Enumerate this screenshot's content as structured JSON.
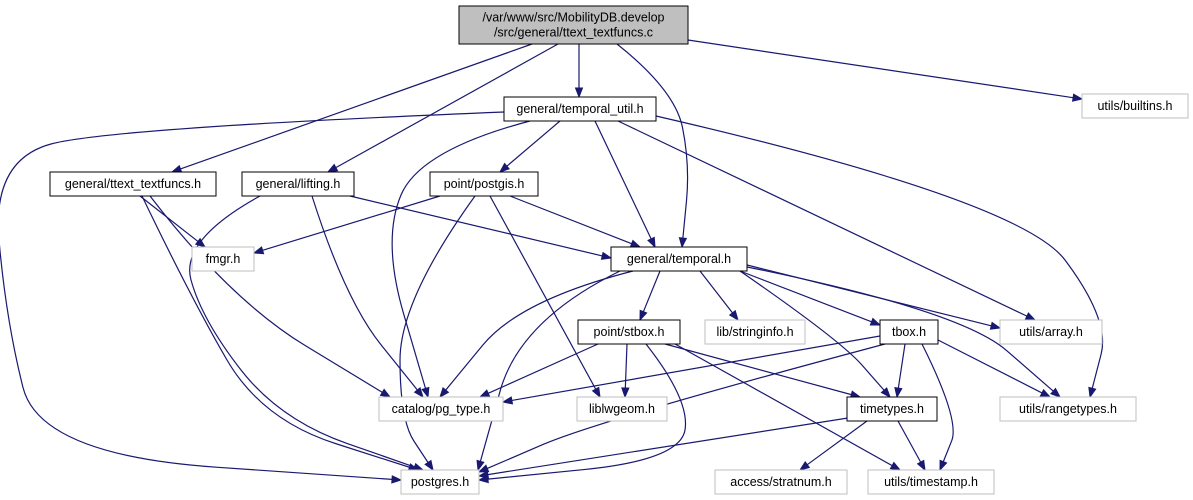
{
  "colors": {
    "edge": "#191970",
    "root_fill": "#bfbfbf",
    "documented_border": "#000000",
    "external_border": "#bfbfbf",
    "background": "#ffffff"
  },
  "nodes": [
    {
      "id": "root",
      "lines": [
        "/var/www/src/MobilityDB.develop",
        "/src/general/ttext_textfuncs.c"
      ],
      "kind": "root"
    },
    {
      "id": "temporal_util",
      "lines": [
        "general/temporal_util.h"
      ],
      "kind": "documented"
    },
    {
      "id": "builtins",
      "lines": [
        "utils/builtins.h"
      ],
      "kind": "external"
    },
    {
      "id": "ttext_textfuncs_h",
      "lines": [
        "general/ttext_textfuncs.h"
      ],
      "kind": "documented"
    },
    {
      "id": "lifting",
      "lines": [
        "general/lifting.h"
      ],
      "kind": "documented"
    },
    {
      "id": "postgis",
      "lines": [
        "point/postgis.h"
      ],
      "kind": "documented"
    },
    {
      "id": "fmgr",
      "lines": [
        "fmgr.h"
      ],
      "kind": "external"
    },
    {
      "id": "temporal",
      "lines": [
        "general/temporal.h"
      ],
      "kind": "documented"
    },
    {
      "id": "stbox",
      "lines": [
        "point/stbox.h"
      ],
      "kind": "documented"
    },
    {
      "id": "stringinfo",
      "lines": [
        "lib/stringinfo.h"
      ],
      "kind": "external"
    },
    {
      "id": "tbox",
      "lines": [
        "tbox.h"
      ],
      "kind": "documented"
    },
    {
      "id": "array",
      "lines": [
        "utils/array.h"
      ],
      "kind": "external"
    },
    {
      "id": "pg_type",
      "lines": [
        "catalog/pg_type.h"
      ],
      "kind": "external"
    },
    {
      "id": "liblwgeom",
      "lines": [
        "liblwgeom.h"
      ],
      "kind": "external"
    },
    {
      "id": "timetypes",
      "lines": [
        "timetypes.h"
      ],
      "kind": "documented"
    },
    {
      "id": "rangetypes",
      "lines": [
        "utils/rangetypes.h"
      ],
      "kind": "external"
    },
    {
      "id": "postgres",
      "lines": [
        "postgres.h"
      ],
      "kind": "external"
    },
    {
      "id": "stratnum",
      "lines": [
        "access/stratnum.h"
      ],
      "kind": "external"
    },
    {
      "id": "timestamp",
      "lines": [
        "utils/timestamp.h"
      ],
      "kind": "external"
    }
  ],
  "edges": [
    {
      "from": "root",
      "to": "temporal_util"
    },
    {
      "from": "root",
      "to": "builtins"
    },
    {
      "from": "root",
      "to": "ttext_textfuncs_h"
    },
    {
      "from": "root",
      "to": "lifting"
    },
    {
      "from": "root",
      "to": "temporal"
    },
    {
      "from": "temporal_util",
      "to": "postgres"
    },
    {
      "from": "temporal_util",
      "to": "pg_type"
    },
    {
      "from": "temporal_util",
      "to": "postgis"
    },
    {
      "from": "temporal_util",
      "to": "temporal"
    },
    {
      "from": "temporal_util",
      "to": "array"
    },
    {
      "from": "temporal_util",
      "to": "rangetypes"
    },
    {
      "from": "ttext_textfuncs_h",
      "to": "fmgr"
    },
    {
      "from": "ttext_textfuncs_h",
      "to": "pg_type"
    },
    {
      "from": "ttext_textfuncs_h",
      "to": "postgres"
    },
    {
      "from": "lifting",
      "to": "pg_type"
    },
    {
      "from": "lifting",
      "to": "temporal"
    },
    {
      "from": "lifting",
      "to": "postgres"
    },
    {
      "from": "postgis",
      "to": "fmgr"
    },
    {
      "from": "postgis",
      "to": "temporal"
    },
    {
      "from": "postgis",
      "to": "liblwgeom"
    },
    {
      "from": "postgis",
      "to": "postgres"
    },
    {
      "from": "temporal",
      "to": "stbox"
    },
    {
      "from": "temporal",
      "to": "stringinfo"
    },
    {
      "from": "temporal",
      "to": "tbox"
    },
    {
      "from": "temporal",
      "to": "array"
    },
    {
      "from": "temporal",
      "to": "pg_type"
    },
    {
      "from": "temporal",
      "to": "postgres"
    },
    {
      "from": "temporal",
      "to": "timetypes"
    },
    {
      "from": "temporal",
      "to": "rangetypes"
    },
    {
      "from": "stbox",
      "to": "pg_type"
    },
    {
      "from": "stbox",
      "to": "liblwgeom"
    },
    {
      "from": "stbox",
      "to": "timetypes"
    },
    {
      "from": "stbox",
      "to": "postgres"
    },
    {
      "from": "stbox",
      "to": "timestamp"
    },
    {
      "from": "tbox",
      "to": "pg_type"
    },
    {
      "from": "tbox",
      "to": "timetypes"
    },
    {
      "from": "tbox",
      "to": "rangetypes"
    },
    {
      "from": "tbox",
      "to": "postgres"
    },
    {
      "from": "tbox",
      "to": "timestamp"
    },
    {
      "from": "timetypes",
      "to": "postgres"
    },
    {
      "from": "timetypes",
      "to": "stratnum"
    },
    {
      "from": "timetypes",
      "to": "timestamp"
    }
  ]
}
